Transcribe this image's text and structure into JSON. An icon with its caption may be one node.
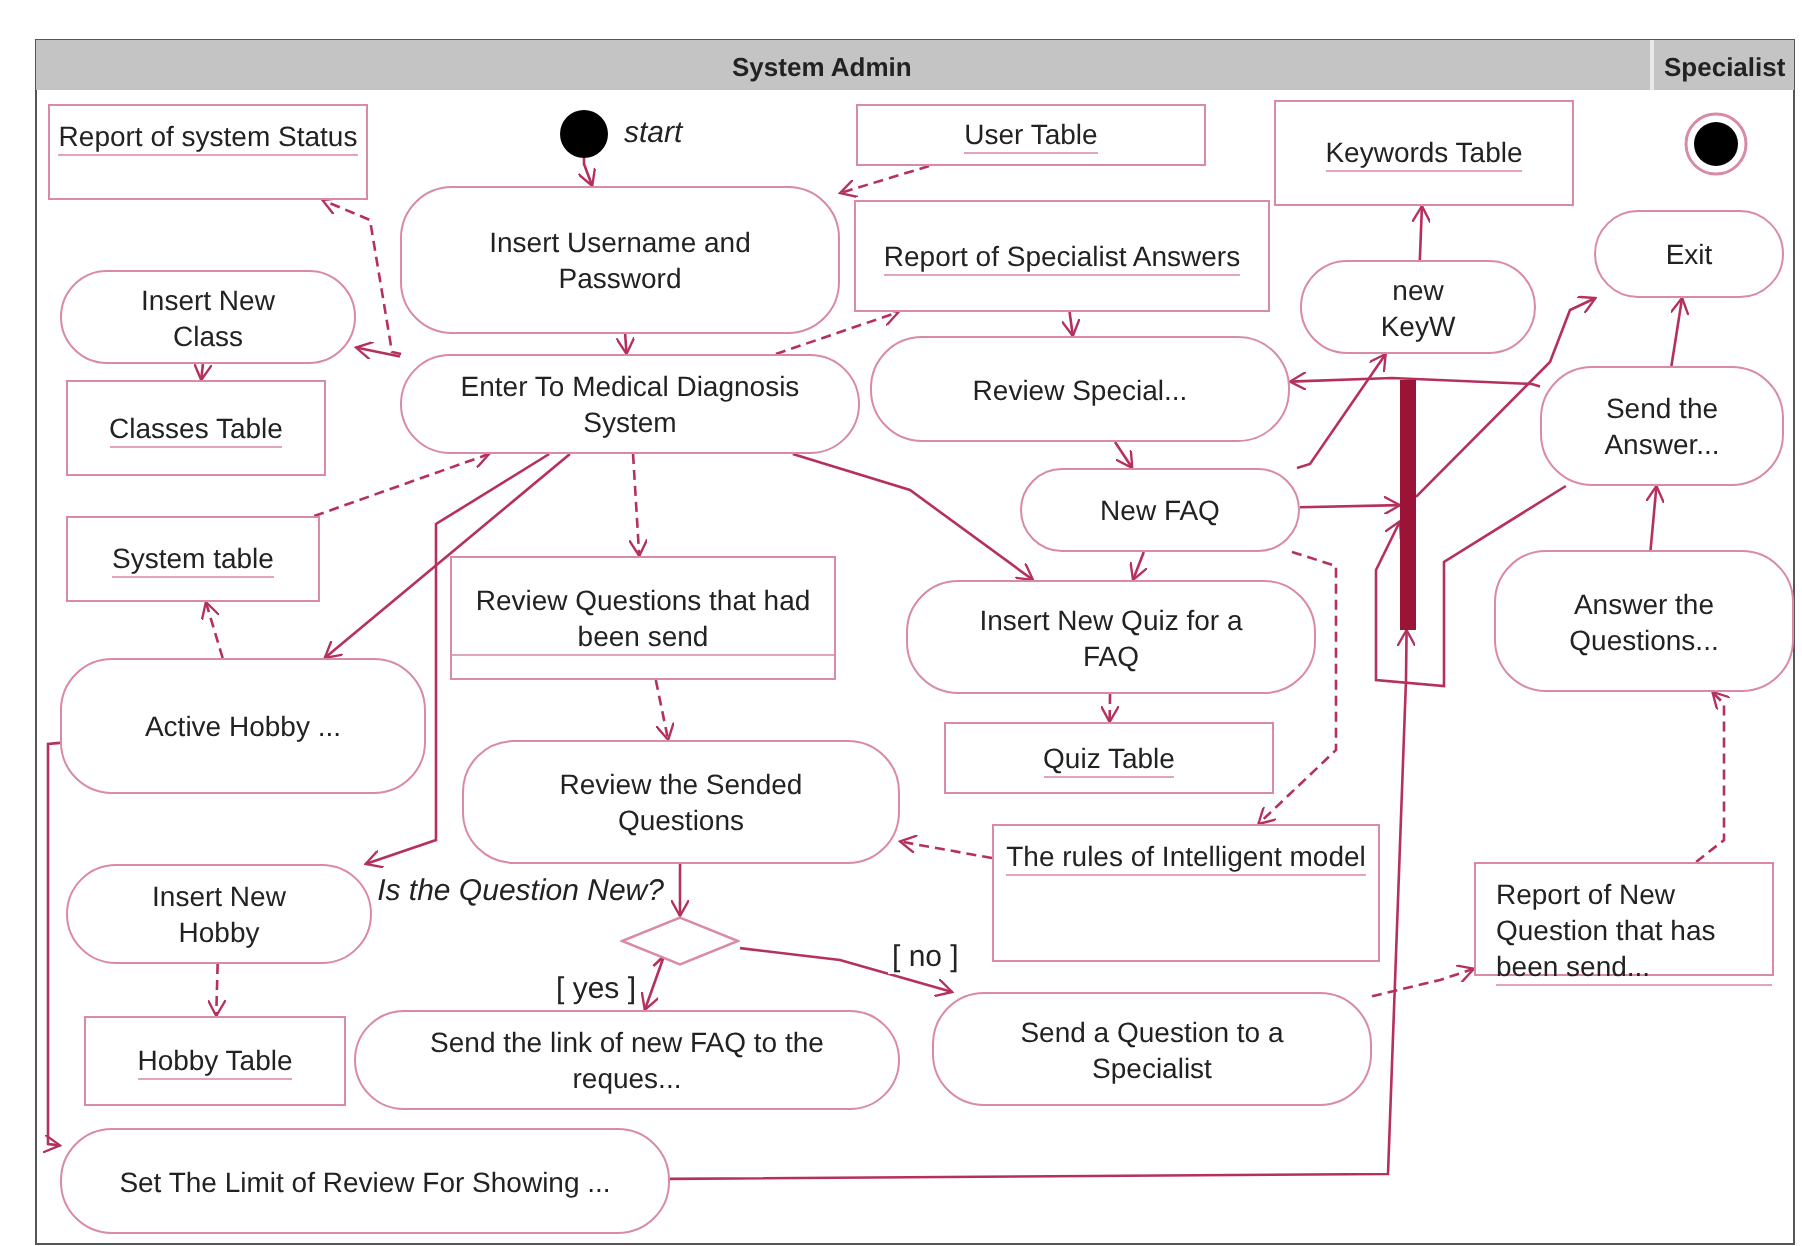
{
  "diagram": {
    "nodes": [
      {
        "text": [],
        "shape": "circle",
        "beside": [
          "start"
        ]
      },
      {
        "text": [
          "Report of system Status"
        ]
      },
      {
        "text": [
          "User Table"
        ]
      },
      {
        "text": [
          "Keywords Table"
        ]
      },
      {
        "text": [],
        "shape": "circle"
      },
      {
        "text": [
          "Insert Username and Password"
        ]
      },
      {
        "text": [
          "Report of Specialist Answers"
        ]
      },
      {
        "text": [
          "Exit"
        ]
      },
      {
        "text": [
          "Insert New Class"
        ]
      },
      {
        "text": [
          "new KeyW"
        ]
      },
      {
        "text": [
          "Enter To Medical Diagnosis System"
        ]
      },
      {
        "text": [
          "Review Special..."
        ]
      },
      {
        "text": [
          "Send the Answer..."
        ]
      },
      {
        "text": [
          "Classes Table"
        ]
      },
      {
        "text": [
          "New FAQ"
        ]
      },
      {
        "text": [],
        "shape": "bar"
      },
      {
        "text": [
          "System table"
        ]
      },
      {
        "text": [
          "Review Questions that had been send"
        ]
      },
      {
        "text": [
          "Insert New Quiz for a FAQ"
        ]
      },
      {
        "text": [
          "Answer the Questions..."
        ]
      },
      {
        "text": [
          "Active Hobby ..."
        ]
      },
      {
        "text": [
          "Quiz Table"
        ]
      },
      {
        "text": [
          "Review the Sended Questions"
        ]
      },
      {
        "text": [
          "The rules of Intelligent model"
        ]
      },
      {
        "text": [
          "Report of New Question that has been send..."
        ]
      },
      {
        "text": [
          "Insert New Hobby"
        ]
      },
      {
        "text": [],
        "shape": "diamond",
        "beside": [
          "Is the Question New?"
        ]
      },
      {
        "text": [
          "Send the link of new FAQ to the reques..."
        ]
      },
      {
        "text": [
          "Send a Question to a Specialist"
        ]
      },
      {
        "text": [
          "Hobby Table"
        ]
      },
      {
        "text": [
          "Set The Limit of Review For Showing ..."
        ]
      }
    ],
    "edges": [
      {
        "from": 0,
        "to": 5,
        "arrow": "to"
      },
      {
        "from": 5,
        "to": 10,
        "arrow": "to"
      },
      {
        "from": 2,
        "to": 5,
        "arrow": "to",
        "style": "dashed"
      },
      {
        "from": 10,
        "to": 1,
        "arrow": "to",
        "style": "dashed"
      },
      {
        "from": 10,
        "to": 6,
        "arrow": "to",
        "style": "dashed"
      },
      {
        "from": 10,
        "to": 8,
        "arrow": "to"
      },
      {
        "from": 8,
        "to": 13,
        "arrow": "to"
      },
      {
        "from": 6,
        "to": 11,
        "arrow": "to"
      },
      {
        "from": 11,
        "to": 14,
        "arrow": "to"
      },
      {
        "from": 14,
        "to": 9,
        "arrow": "to"
      },
      {
        "from": 9,
        "to": 3,
        "arrow": "to"
      },
      {
        "from": 12,
        "to": 11,
        "arrow": "to"
      },
      {
        "from": 15,
        "to": 7,
        "arrow": "to"
      },
      {
        "from": 12,
        "to": 7,
        "arrow": "to"
      },
      {
        "from": 19,
        "to": 12,
        "arrow": "to"
      },
      {
        "from": 14,
        "to": 15,
        "arrow": "to"
      },
      {
        "from": 12,
        "to": 15,
        "arrow": "to"
      },
      {
        "from": 30,
        "to": 15,
        "arrow": "to"
      },
      {
        "from": 10,
        "to": 17,
        "arrow": "to",
        "style": "dashed"
      },
      {
        "from": 17,
        "to": 22,
        "arrow": "to",
        "style": "dashed"
      },
      {
        "from": 10,
        "to": 18,
        "arrow": "to"
      },
      {
        "from": 14,
        "to": 18,
        "arrow": "to"
      },
      {
        "from": 18,
        "to": 21,
        "arrow": "to",
        "style": "dashed"
      },
      {
        "from": 14,
        "to": 23,
        "arrow": "to",
        "style": "dashed"
      },
      {
        "from": 23,
        "to": 22,
        "arrow": "to",
        "style": "dashed"
      },
      {
        "from": 10,
        "to": 20,
        "arrow": "to"
      },
      {
        "from": 20,
        "to": 16,
        "arrow": "to",
        "style": "dashed"
      },
      {
        "from": 16,
        "to": 10,
        "arrow": "to",
        "style": "dashed"
      },
      {
        "from": 10,
        "to": 25,
        "arrow": "to"
      },
      {
        "from": 25,
        "to": 29,
        "arrow": "to",
        "style": "dashed"
      },
      {
        "from": 20,
        "to": 30,
        "arrow": "to"
      },
      {
        "from": 22,
        "to": 26,
        "arrow": "to"
      },
      {
        "from": 26,
        "to": 27,
        "arrow": "to",
        "label": "[ yes ]"
      },
      {
        "from": 26,
        "to": 28,
        "arrow": "to",
        "label": "[ no ]"
      },
      {
        "from": 28,
        "to": 24,
        "arrow": "to",
        "style": "dashed"
      },
      {
        "from": 24,
        "to": 19,
        "arrow": "to",
        "style": "dashed"
      }
    ],
    "labels": [
      "System Admin",
      "Specialist"
    ]
  }
}
